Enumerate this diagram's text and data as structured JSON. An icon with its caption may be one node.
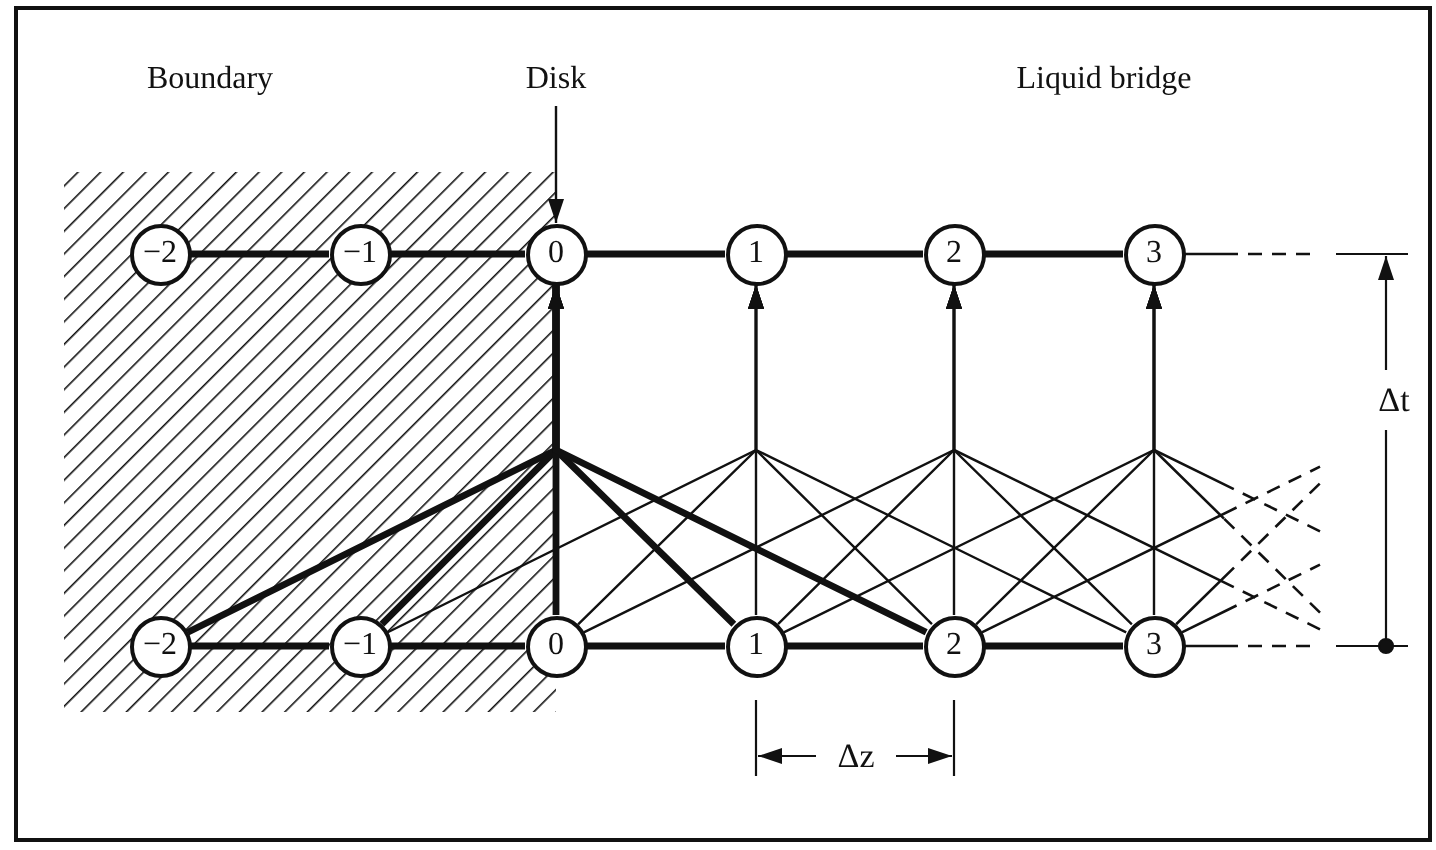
{
  "diagram": {
    "nodes": [
      {
        "text": [
          "Disk"
        ]
      },
      {
        "text": [
          "−2"
        ]
      },
      {
        "text": [
          "−1"
        ]
      },
      {
        "text": [
          "0"
        ]
      },
      {
        "text": [
          "1"
        ]
      },
      {
        "text": [
          "2"
        ]
      },
      {
        "text": [
          "3"
        ]
      },
      {
        "text": [
          "−2"
        ]
      },
      {
        "text": [
          "−1"
        ]
      },
      {
        "text": [
          "0"
        ]
      },
      {
        "text": [
          "1"
        ]
      },
      {
        "text": [
          "2"
        ]
      },
      {
        "text": [
          "3"
        ]
      }
    ],
    "edges": [
      {
        "from": 0,
        "to": 3,
        "arrow": "to"
      },
      {
        "from": 1,
        "to": 2,
        "arrow": "none",
        "style": "thick"
      },
      {
        "from": 2,
        "to": 3,
        "arrow": "none",
        "style": "thick"
      },
      {
        "from": 3,
        "to": 4,
        "arrow": "none",
        "style": "thick"
      },
      {
        "from": 4,
        "to": 5,
        "arrow": "none",
        "style": "thick"
      },
      {
        "from": 5,
        "to": 6,
        "arrow": "none",
        "style": "thick"
      },
      {
        "from": 6,
        "to": null,
        "arrow": "none",
        "style": "dashed"
      },
      {
        "from": 7,
        "to": 8,
        "arrow": "none",
        "style": "thick"
      },
      {
        "from": 8,
        "to": 9,
        "arrow": "none",
        "style": "thick"
      },
      {
        "from": 9,
        "to": 10,
        "arrow": "none",
        "style": "thick"
      },
      {
        "from": 10,
        "to": 11,
        "arrow": "none",
        "style": "thick"
      },
      {
        "from": 11,
        "to": 12,
        "arrow": "none",
        "style": "thick"
      },
      {
        "from": 12,
        "to": null,
        "arrow": "none",
        "style": "dashed"
      },
      {
        "from": 7,
        "to": 3,
        "arrow": "to",
        "style": "thick"
      },
      {
        "from": 8,
        "to": 3,
        "arrow": "to",
        "style": "thick"
      },
      {
        "from": 9,
        "to": 3,
        "arrow": "to",
        "style": "thick"
      },
      {
        "from": 10,
        "to": 3,
        "arrow": "to",
        "style": "thick"
      },
      {
        "from": 11,
        "to": 3,
        "arrow": "to",
        "style": "thick"
      },
      {
        "from": 8,
        "to": 4,
        "arrow": "to"
      },
      {
        "from": 9,
        "to": 4,
        "arrow": "to"
      },
      {
        "from": 10,
        "to": 4,
        "arrow": "to"
      },
      {
        "from": 11,
        "to": 4,
        "arrow": "to"
      },
      {
        "from": 12,
        "to": 4,
        "arrow": "to"
      },
      {
        "from": 9,
        "to": 5,
        "arrow": "to"
      },
      {
        "from": 10,
        "to": 5,
        "arrow": "to"
      },
      {
        "from": 11,
        "to": 5,
        "arrow": "to"
      },
      {
        "from": 12,
        "to": 5,
        "arrow": "to"
      },
      {
        "from": null,
        "to": 5,
        "arrow": "to",
        "style": "dashed"
      },
      {
        "from": 10,
        "to": 6,
        "arrow": "to"
      },
      {
        "from": 11,
        "to": 6,
        "arrow": "to"
      },
      {
        "from": 12,
        "to": 6,
        "arrow": "to"
      },
      {
        "from": null,
        "to": 6,
        "arrow": "to",
        "style": "dashed"
      },
      {
        "from": null,
        "to": 6,
        "arrow": "to",
        "style": "dashed"
      },
      {
        "from": 11,
        "to": null,
        "arrow": "none",
        "style": "dashed"
      },
      {
        "from": 12,
        "to": null,
        "arrow": "none",
        "style": "dashed"
      },
      {
        "from": 12,
        "to": null,
        "arrow": "none",
        "style": "dashed"
      }
    ],
    "labels": [
      "Boundary",
      "Liquid bridge",
      "Δt",
      "Δz"
    ]
  }
}
